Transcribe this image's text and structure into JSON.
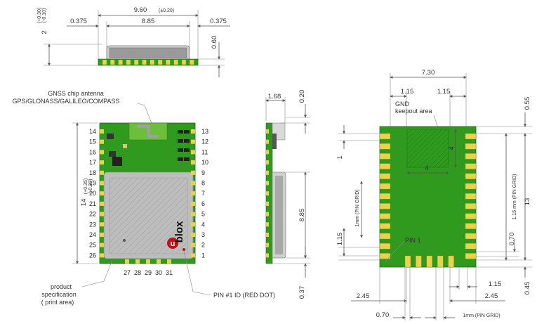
{
  "side_view": {
    "width_total": "9.60",
    "width_total_tol": "(±0.20)",
    "width_inner": "8.85",
    "edge_left": "0.375",
    "edge_right": "0.375",
    "height_total": "2",
    "height_tol_plus": "(+0.30)",
    "height_tol_minus": "(-0.10)",
    "pcb_thickness": "0.60"
  },
  "top_view": {
    "antenna_label_1": "GNSS chip antenna",
    "antenna_label_2": "GPS/GLONASS/GALILEO/COMPASS",
    "height": "14",
    "height_tol_plus": "(+0.35)",
    "height_tol_minus": "(-0.20)",
    "pins_left": [
      "14",
      "15",
      "16",
      "17",
      "18",
      "19",
      "20",
      "21",
      "22",
      "23",
      "24",
      "25",
      "26"
    ],
    "pins_right": [
      "13",
      "12",
      "11",
      "10",
      "9",
      "8",
      "7",
      "6",
      "5",
      "4",
      "3",
      "2",
      "1"
    ],
    "pins_bottom": [
      "27",
      "28",
      "29",
      "30",
      "31"
    ],
    "product_spec_1": "product",
    "product_spec_2": "specification",
    "product_spec_3": "( print area)",
    "pin1_label": "PIN #1 ID (RED DOT)",
    "logo_text": "blox",
    "logo_u": "u"
  },
  "profile_view": {
    "depth": "1.68",
    "top_gap": "0.20",
    "body_height": "8.85",
    "bottom_gap": "0.37"
  },
  "footprint": {
    "width": "7.30",
    "inner_left": "1.15",
    "inner_right": "1.15",
    "gnd_label_1": "GND",
    "gnd_label_2": "keepout area",
    "keepout_w": "4",
    "keepout_h": "4",
    "top_margin": "0.55",
    "height": "13",
    "pin_pitch_vert": "1.15 mm (PIN GRID)",
    "pad_gap": "0.70",
    "bottom_margin": "0.45",
    "left_pad": "1",
    "pin_grid_left": "1mm (PIN GRID)",
    "left_bottom": "1.15",
    "pin1_label": "PIN 1",
    "bottom_left": "2.45",
    "bottom_right": "2.45",
    "bottom_right_pad": "1.15",
    "bottom_pad_w": "0.70",
    "bottom_pin_grid": "1mm (PIN GRID)"
  },
  "colors": {
    "pcb_green": "#2f9a1e",
    "pad_yellow": "#e8d44a",
    "shield_gray": "#b9b9b9",
    "logo_red": "#c0111a"
  }
}
